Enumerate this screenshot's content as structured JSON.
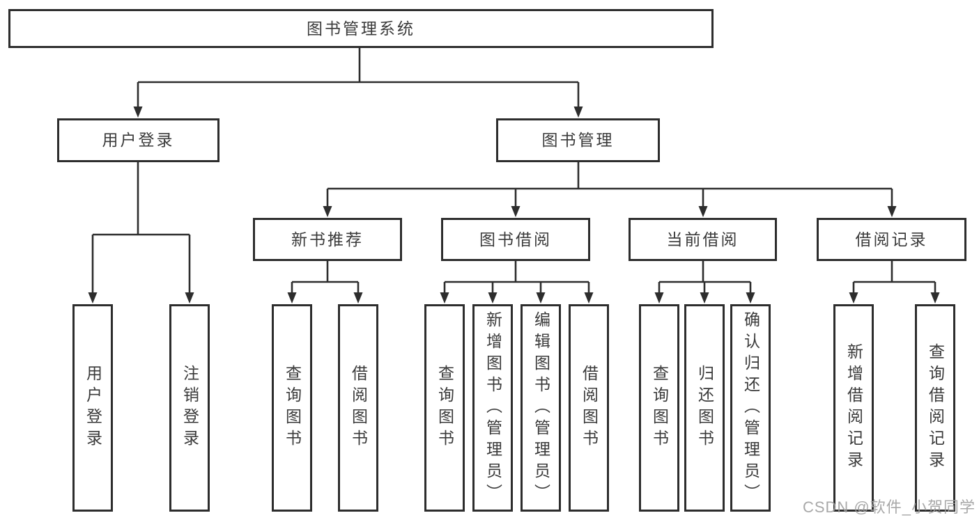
{
  "diagram": {
    "root": {
      "label": "图书管理系统"
    },
    "branches": {
      "user_login": {
        "label": "用户登录",
        "children": [
          {
            "label": "用户登录"
          },
          {
            "label": "注销登录"
          }
        ]
      },
      "book_management": {
        "label": "图书管理",
        "children": [
          {
            "label": "新书推荐",
            "children": [
              {
                "label": "查询图书"
              },
              {
                "label": "借阅图书"
              }
            ]
          },
          {
            "label": "图书借阅",
            "children": [
              {
                "label": "查询图书"
              },
              {
                "label": "新增图书（管理员）"
              },
              {
                "label": "编辑图书（管理员）"
              },
              {
                "label": "借阅图书"
              }
            ]
          },
          {
            "label": "当前借阅",
            "children": [
              {
                "label": "查询图书"
              },
              {
                "label": "归还图书"
              },
              {
                "label": "确认归还（管理员）"
              }
            ]
          },
          {
            "label": "借阅记录",
            "children": [
              {
                "label": "新增借阅记录"
              },
              {
                "label": "查询借阅记录"
              }
            ]
          }
        ]
      }
    },
    "watermark": "CSDN @软件_小贺同学",
    "colors": {
      "line": "#2d2d2d",
      "box_border": "#2d2d2d",
      "box_fill": "#ffffff",
      "text": "#3a3a3a",
      "watermark": "#9e9e9e",
      "background": "#ffffff"
    }
  }
}
